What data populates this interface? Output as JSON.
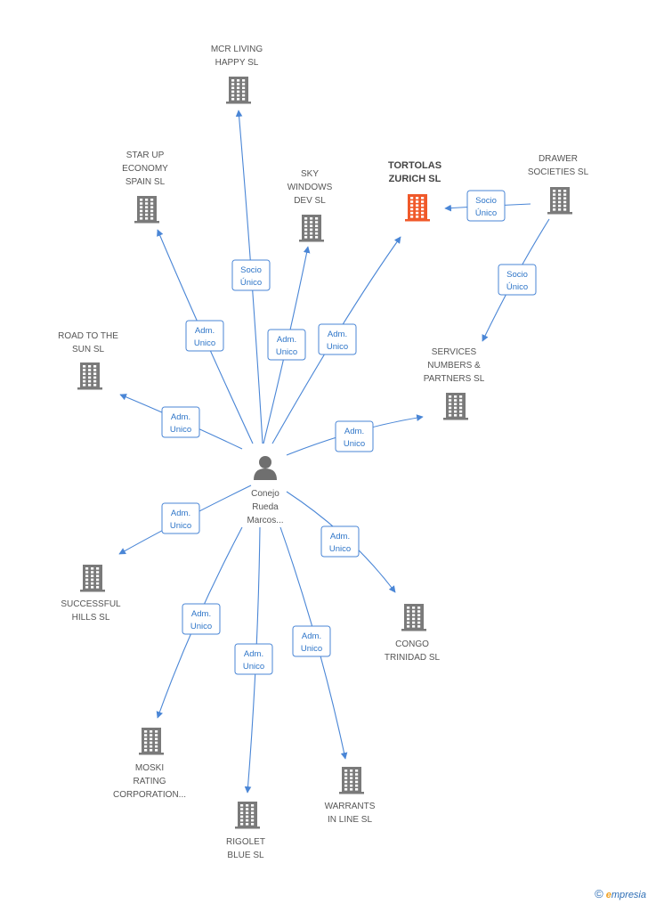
{
  "person": {
    "name_lines": [
      "Conejo",
      "Rueda",
      "Marcos..."
    ]
  },
  "companies": [
    {
      "id": "mcr",
      "lines": [
        "MCR LIVING",
        "HAPPY SL"
      ],
      "focus": false
    },
    {
      "id": "starup",
      "lines": [
        "STAR UP",
        "ECONOMY",
        "SPAIN SL"
      ],
      "focus": false
    },
    {
      "id": "sky",
      "lines": [
        "SKY",
        "WINDOWS",
        "DEV SL"
      ],
      "focus": false
    },
    {
      "id": "tortolas",
      "lines": [
        "TORTOLAS",
        "ZURICH SL"
      ],
      "focus": true
    },
    {
      "id": "drawer",
      "lines": [
        "DRAWER",
        "SOCIETIES SL"
      ],
      "focus": false
    },
    {
      "id": "road",
      "lines": [
        "ROAD TO THE",
        "SUN SL"
      ],
      "focus": false
    },
    {
      "id": "services",
      "lines": [
        "SERVICES",
        "NUMBERS &",
        "PARTNERS SL"
      ],
      "focus": false
    },
    {
      "id": "successful",
      "lines": [
        "SUCCESSFUL",
        "HILLS SL"
      ],
      "focus": false
    },
    {
      "id": "congo",
      "lines": [
        "CONGO",
        "TRINIDAD SL"
      ],
      "focus": false
    },
    {
      "id": "moski",
      "lines": [
        "MOSKI",
        "RATING",
        "CORPORATION..."
      ],
      "focus": false
    },
    {
      "id": "rigolet",
      "lines": [
        "RIGOLET",
        "BLUE SL"
      ],
      "focus": false
    },
    {
      "id": "warrants",
      "lines": [
        "WARRANTS",
        "IN LINE SL"
      ],
      "focus": false
    }
  ],
  "edges": [
    {
      "from": "person",
      "to": "mcr",
      "label": [
        "Socio",
        "Único"
      ]
    },
    {
      "from": "person",
      "to": "starup",
      "label": [
        "Adm.",
        "Unico"
      ]
    },
    {
      "from": "person",
      "to": "sky",
      "label": [
        "Adm.",
        "Unico"
      ]
    },
    {
      "from": "person",
      "to": "tortolas",
      "label": [
        "Adm.",
        "Unico"
      ]
    },
    {
      "from": "drawer",
      "to": "tortolas",
      "label": [
        "Socio",
        "Único"
      ]
    },
    {
      "from": "drawer",
      "to": "services",
      "label": [
        "Socio",
        "Único"
      ]
    },
    {
      "from": "person",
      "to": "road",
      "label": [
        "Adm.",
        "Unico"
      ]
    },
    {
      "from": "person",
      "to": "services",
      "label": [
        "Adm.",
        "Unico"
      ]
    },
    {
      "from": "person",
      "to": "successful",
      "label": [
        "Adm.",
        "Unico"
      ]
    },
    {
      "from": "person",
      "to": "congo",
      "label": [
        "Adm.",
        "Unico"
      ]
    },
    {
      "from": "person",
      "to": "moski",
      "label": [
        "Adm.",
        "Unico"
      ]
    },
    {
      "from": "person",
      "to": "rigolet",
      "label": [
        "Adm.",
        "Unico"
      ]
    },
    {
      "from": "person",
      "to": "warrants",
      "label": [
        "Adm.",
        "Unico"
      ]
    }
  ],
  "colors": {
    "edge": "#4a86d6",
    "building": "#7a7a7a",
    "focus_building": "#f0592a",
    "person": "#6f6f6f"
  },
  "brand": {
    "copyright": "©",
    "first_letter": "e",
    "rest": "mpresia"
  }
}
